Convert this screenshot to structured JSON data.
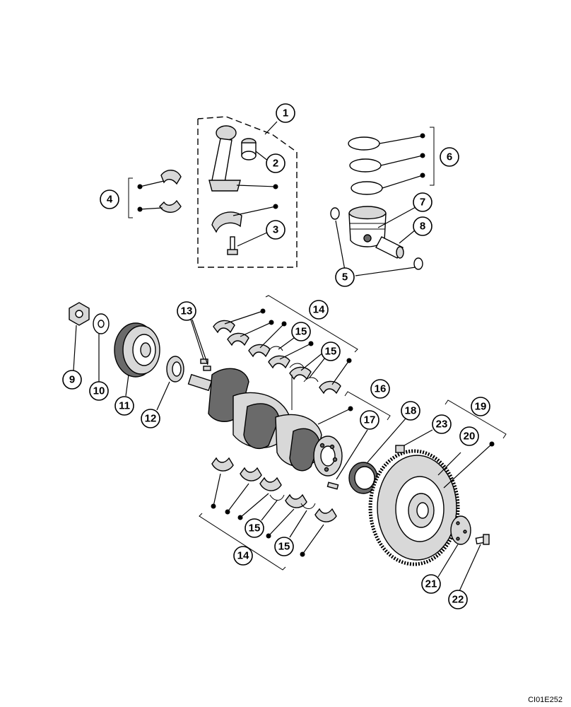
{
  "callouts": {
    "c1": "1",
    "c2": "2",
    "c3": "3",
    "c4": "4",
    "c5": "5",
    "c6": "6",
    "c7": "7",
    "c8": "8",
    "c9": "9",
    "c10": "10",
    "c11": "11",
    "c12": "12",
    "c13": "13",
    "c14a": "14",
    "c14b": "14",
    "c15a": "15",
    "c15b": "15",
    "c15c": "15",
    "c15d": "15",
    "c16": "16",
    "c17": "17",
    "c18": "18",
    "c19": "19",
    "c20": "20",
    "c21": "21",
    "c22": "22",
    "c23": "23"
  },
  "reference_code": "CI01E252"
}
